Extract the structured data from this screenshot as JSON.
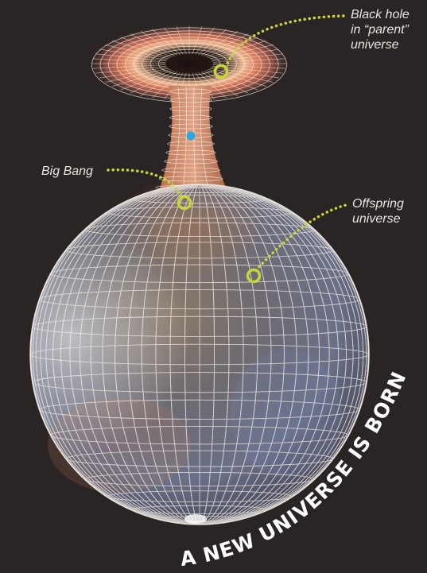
{
  "labels": {
    "black_hole": [
      "Black hole",
      "in “parent”",
      "universe"
    ],
    "big_bang": "Big Bang",
    "offspring": [
      "Offspring",
      "universe"
    ]
  },
  "caption": "A NEW UNIVERSE IS BORN...",
  "colors": {
    "background": "#2a2524",
    "marker": "#c8d63a",
    "grid": "#f4eee6",
    "ring": "#e8a070",
    "blue_dot": "#2aa8e0"
  },
  "icons": [
    "ring-marker-icon",
    "blue-dot-icon"
  ]
}
